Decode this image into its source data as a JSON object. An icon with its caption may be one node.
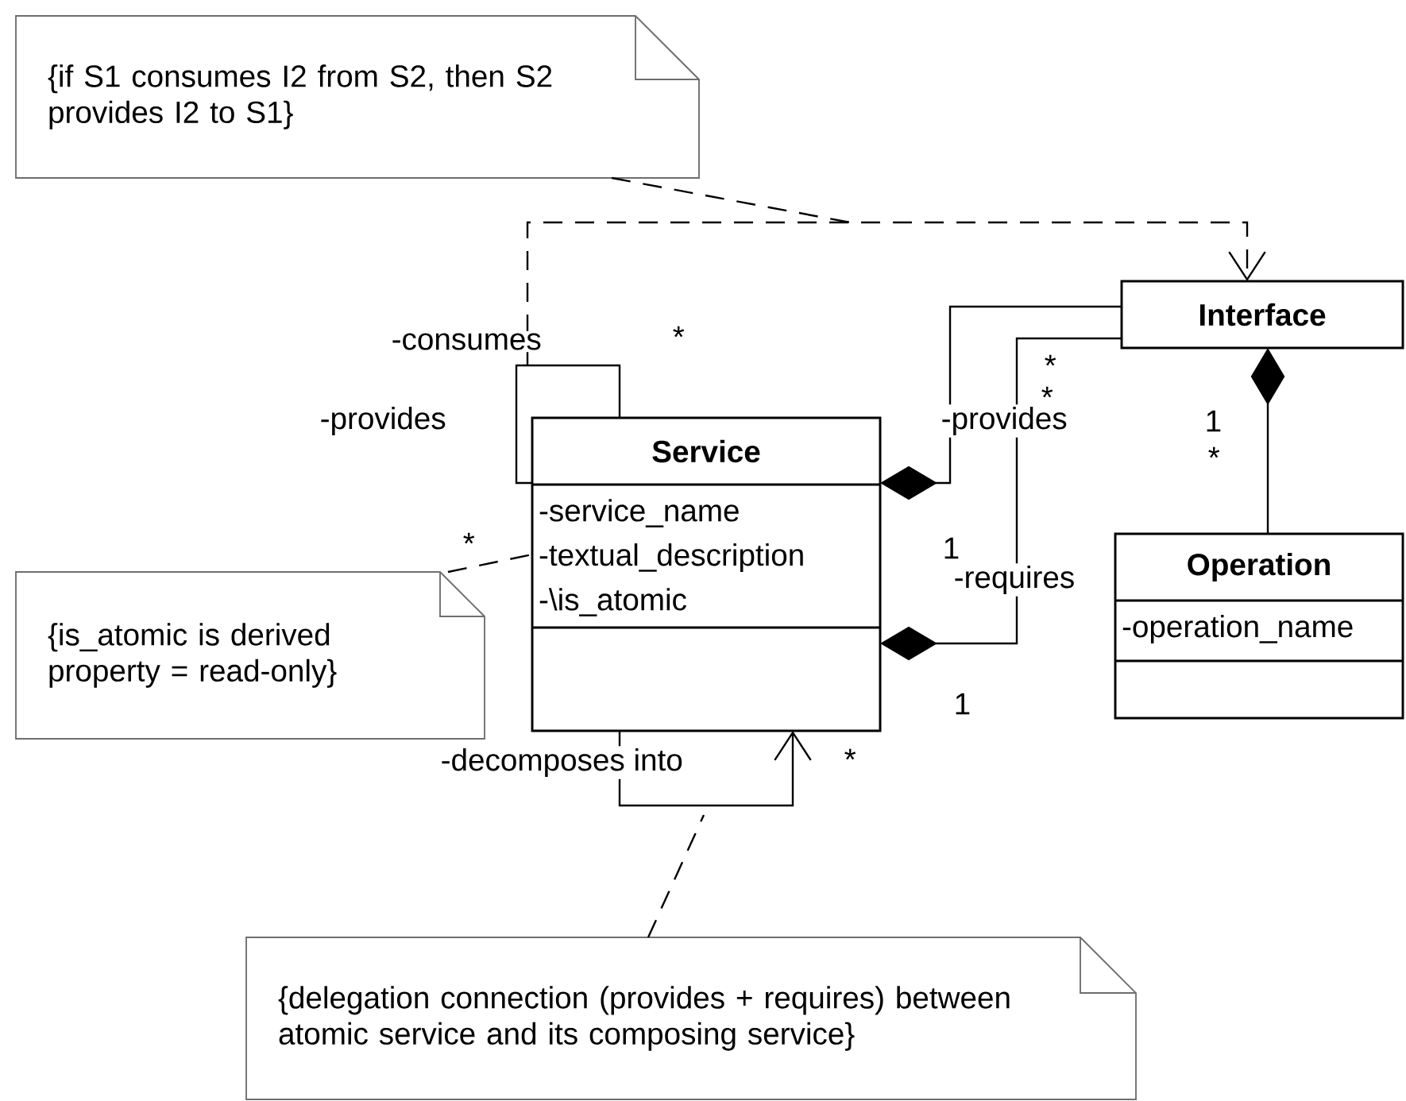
{
  "diagram": {
    "nodes": [
      {
        "text": [
          "{if S1 consumes I2 from S2, then S2 provides I2 to S1}"
        ]
      },
      {
        "text": [
          "Interface"
        ]
      },
      {
        "text": [
          "Service",
          "-service_name",
          "-textual_description",
          "-\\is_atomic"
        ]
      },
      {
        "text": [
          "{is_atomic is derived property = read-only}"
        ]
      },
      {
        "text": [
          "Operation",
          "-operation_name"
        ]
      },
      {
        "text": [
          "{delegation connection (provides + requires) between atomic service and its composing service}"
        ]
      }
    ],
    "edges": [
      {
        "from": null,
        "to": 1,
        "arrow": "to",
        "style": "dashed"
      },
      {
        "from": 2,
        "to": 2,
        "arrow": "none"
      },
      {
        "from": 2,
        "to": 1,
        "arrow": "other"
      },
      {
        "from": 2,
        "to": 1,
        "arrow": "other"
      },
      {
        "from": 1,
        "to": 4,
        "arrow": "other"
      },
      {
        "from": 2,
        "to": 2,
        "arrow": "to"
      },
      {
        "from": 0,
        "to": null,
        "arrow": "none",
        "style": "dashed"
      },
      {
        "from": 3,
        "to": 2,
        "arrow": "none",
        "style": "dashed"
      },
      {
        "from": 5,
        "to": null,
        "arrow": "none",
        "style": "dashed"
      }
    ],
    "labels": [
      "-consumes",
      "*",
      "*",
      "*",
      "-provides",
      "-provides",
      "1",
      "*",
      "*",
      "1",
      "-requires",
      "1",
      "*",
      "-decomposes into"
    ]
  }
}
